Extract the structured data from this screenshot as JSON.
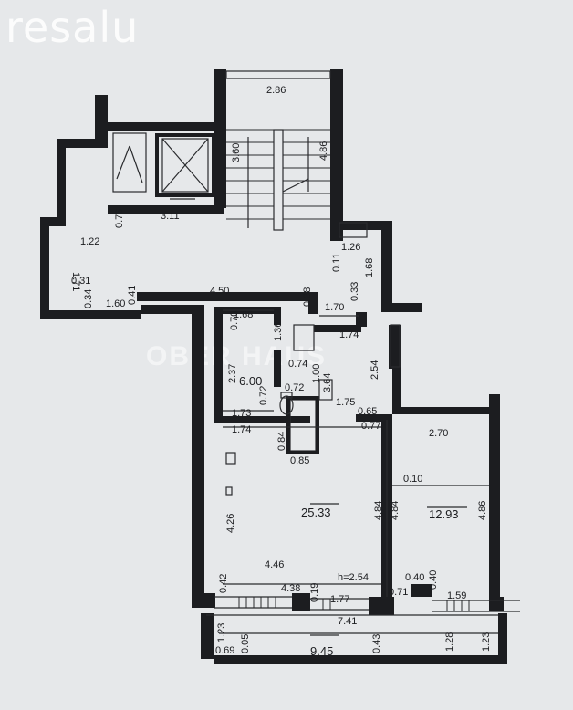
{
  "logo": {
    "text": "resalu"
  },
  "watermark": {
    "text": "OBER HAUS"
  },
  "plan": {
    "rooms": [
      {
        "id": "bathroom",
        "area": "6.00"
      },
      {
        "id": "main-room",
        "area": "25.33"
      },
      {
        "id": "bedroom",
        "area": "12.93"
      },
      {
        "id": "balcony",
        "area": "9.45"
      }
    ],
    "dimensions": [
      "2.86",
      "3.60",
      "4.86",
      "3.11",
      "0.76",
      "1.22",
      "1.71",
      "0.31",
      "0.34",
      "1.60",
      "0.41",
      "4.50",
      "0.38",
      "1.70",
      "0.33",
      "1.26",
      "0.11",
      "1.68",
      "1.68",
      "0.70",
      "1.36",
      "1.74",
      "0.74",
      "1.00",
      "2.37",
      "0.72",
      "0.72",
      "3.64",
      "2.54",
      "1.75",
      "1.73",
      "0.65",
      "0.77",
      "1.74",
      "2.70",
      "0.84",
      "0.85",
      "0.10",
      "4.26",
      "4.84",
      "4.84",
      "4.86",
      "4.46",
      "h=2.54",
      "0.42",
      "4.38",
      "0.19",
      "1.77",
      "0.40",
      "0.40",
      "0.71",
      "1.59",
      "7.41",
      "1.23",
      "0.69",
      "0.05",
      "0.43",
      "1.28",
      "1.23"
    ]
  }
}
